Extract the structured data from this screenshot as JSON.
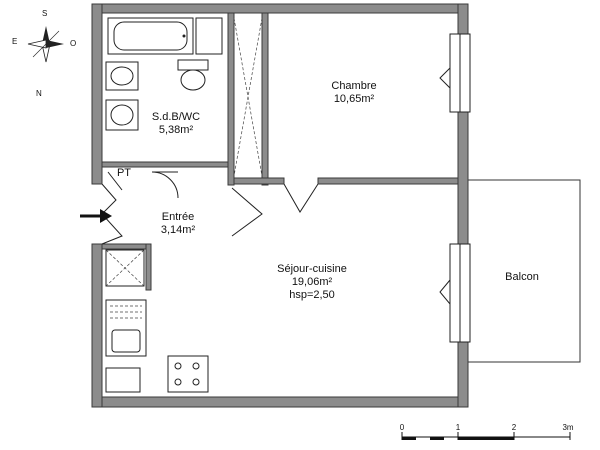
{
  "compass": {
    "north": "N",
    "south": "S",
    "east": "E",
    "west": "O"
  },
  "rooms": {
    "sdb": {
      "name": "S.d.B/WC",
      "area": "5,38m²"
    },
    "chambre": {
      "name": "Chambre",
      "area": "10,65m²"
    },
    "entree": {
      "name": "Entrée",
      "area": "3,14m²"
    },
    "sejour": {
      "name": "Séjour-cuisine",
      "area": "19,06m²",
      "height": "hsp=2,50"
    },
    "balcon": {
      "name": "Balcon"
    },
    "placard": {
      "name": "PT"
    }
  },
  "scale_bar": {
    "ticks": [
      "0",
      "1",
      "2",
      "3m"
    ]
  }
}
